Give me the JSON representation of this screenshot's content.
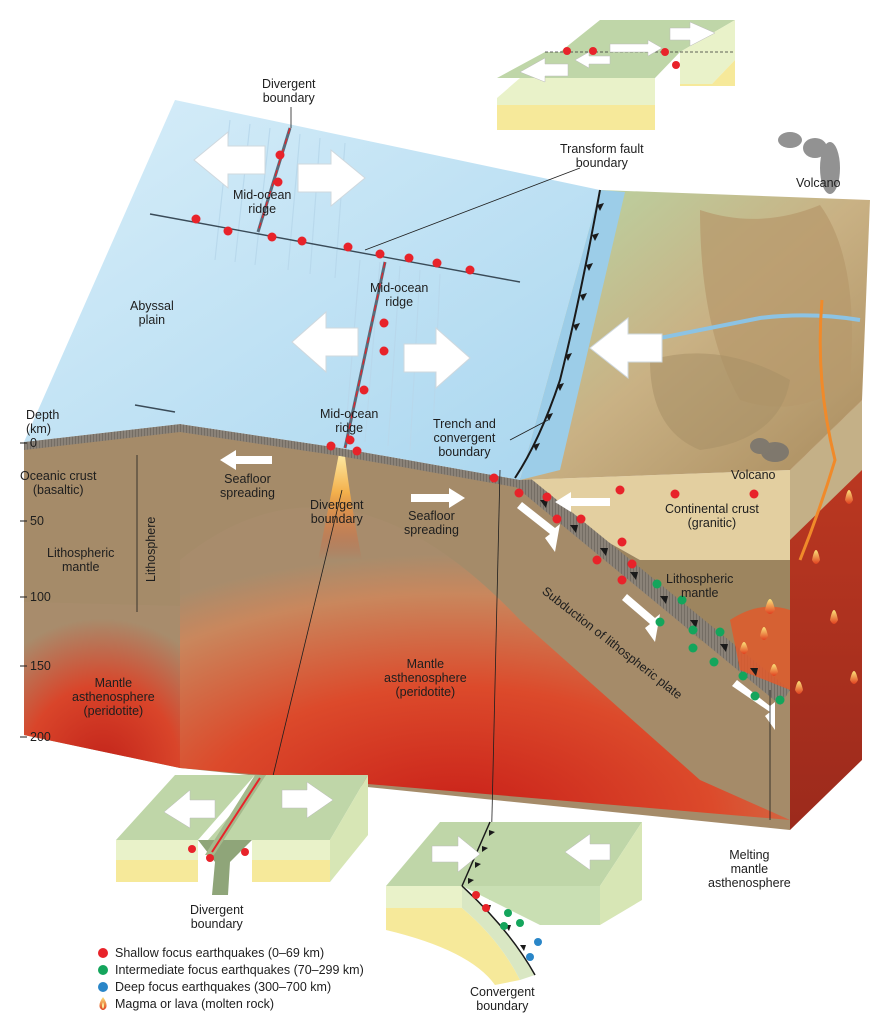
{
  "colors": {
    "ocean_surface": "#cde6f6",
    "ocean_side": "#9ccde8",
    "land_green": "#a9cf9c",
    "land_brown": "#c7a97c",
    "crust_band": "#7d766d",
    "mantle_brown": "#a58b69",
    "magma_red": "#d6341f",
    "shallow": "#e8232a",
    "intermediate": "#14a55c",
    "deep": "#2a86c8",
    "arrow": "#ffffff"
  },
  "labels": {
    "divergent_top": "Divergent\nboundary",
    "transform_fault": "Transform fault\nboundary",
    "volcano_top": "Volcano",
    "mid_ocean_ridge_1": "Mid-ocean\nridge",
    "mid_ocean_ridge_2": "Mid-ocean\nridge",
    "mid_ocean_ridge_3": "Mid-ocean\nridge",
    "abyssal_plain": "Abyssal\nplain",
    "trench": "Trench and\nconvergent\nboundary",
    "depth": "Depth\n(km)",
    "oceanic_crust": "Oceanic crust\n(basaltic)",
    "lithospheric_mantle_left": "Lithospheric\nmantle",
    "lithosphere": "Lithosphere",
    "mantle_asth_left": "Mantle\nasthenosphere\n(peridotite)",
    "seafloor_spreading_left": "Seafloor\nspreading",
    "divergent_center": "Divergent\nboundary",
    "seafloor_spreading_right": "Seafloor\nspreading",
    "volcano_right": "Volcano",
    "continental_crust": "Continental crust\n(granitic)",
    "lithospheric_mantle_right": "Lithospheric\nmantle",
    "subduction": "Subduction of lithospheric plate",
    "mantle_asth_center": "Mantle\nasthenosphere\n(peridotite)",
    "melting_mantle": "Melting\nmantle\nasthenosphere",
    "divergent_inset": "Divergent\nboundary",
    "convergent_inset": "Convergent\nboundary"
  },
  "depth_ticks": [
    "0",
    "50",
    "100",
    "150",
    "200"
  ],
  "legend": [
    {
      "label": "Shallow focus earthquakes (0–69 km)",
      "color": "#e8232a"
    },
    {
      "label": "Intermediate focus earthquakes (70–299 km)",
      "color": "#14a55c"
    },
    {
      "label": "Deep focus earthquakes (300–700 km)",
      "color": "#2a86c8"
    },
    {
      "label": "Magma or lava (molten rock)",
      "color": "flame"
    }
  ]
}
